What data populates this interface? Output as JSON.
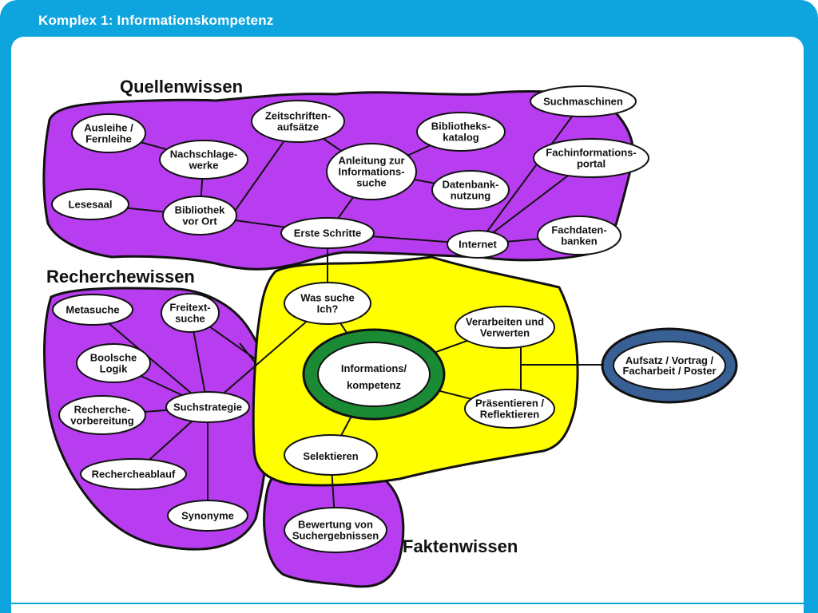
{
  "header": {
    "title": "Komplex 1: Informationskompetenz"
  },
  "sections": {
    "quellenwissen": "Quellenwissen",
    "recherchewissen": "Recherchewissen",
    "faktenwissen": "Faktenwissen"
  },
  "center": {
    "line1": "Informations/",
    "line2": "kompetenz"
  },
  "nodes": {
    "ausleihe": [
      "Ausleihe /",
      "Fernleihe"
    ],
    "zeitschriften": [
      "Zeitschriften-",
      "aufsätze"
    ],
    "bibliothekskatalog": [
      "Bibliotheks-",
      "katalog"
    ],
    "suchmaschinen": [
      "Suchmaschinen"
    ],
    "nachschlagewerke": [
      "Nachschlage-",
      "werke"
    ],
    "anleitung": [
      "Anleitung zur",
      "Informations-",
      "suche"
    ],
    "fachinformationsportal": [
      "Fachinformations-",
      "portal"
    ],
    "lesesaal": [
      "Lesesaal"
    ],
    "bibliothek": [
      "Bibliothek",
      "vor Ort"
    ],
    "datenbanknutzung": [
      "Datenbank-",
      "nutzung"
    ],
    "erste_schritte": [
      "Erste Schritte"
    ],
    "internet": [
      "Internet"
    ],
    "fachdatenbanken": [
      "Fachdaten-",
      "banken"
    ],
    "was_suche": [
      "Was suche",
      "Ich?"
    ],
    "metasuche": [
      "Metasuche"
    ],
    "freitextsuche": [
      "Freitext-",
      "suche"
    ],
    "boolsche": [
      "Boolsche",
      "Logik"
    ],
    "verarbeiten": [
      "Verarbeiten und",
      "Verwerten"
    ],
    "aufsatz": [
      "Aufsatz / Vortrag /",
      "Facharbeit / Poster"
    ],
    "recherchevorbereitung": [
      "Recherche-",
      "vorbereitung"
    ],
    "suchstrategie": [
      "Suchstrategie"
    ],
    "praesentieren": [
      "Präsentieren /",
      "Reflektieren"
    ],
    "selektieren": [
      "Selektieren"
    ],
    "rechercheablauf": [
      "Rechercheablauf"
    ],
    "synonyme": [
      "Synonyme"
    ],
    "bewertung": [
      "Bewertung von",
      "Suchergebnissen"
    ]
  },
  "colors": {
    "frame": "#0ea5de",
    "purple": "#b83df0",
    "yellow": "#ffff00",
    "green_ring": "#1a8a35",
    "blue_ring": "#386094",
    "node_fill": "#ffffff"
  }
}
